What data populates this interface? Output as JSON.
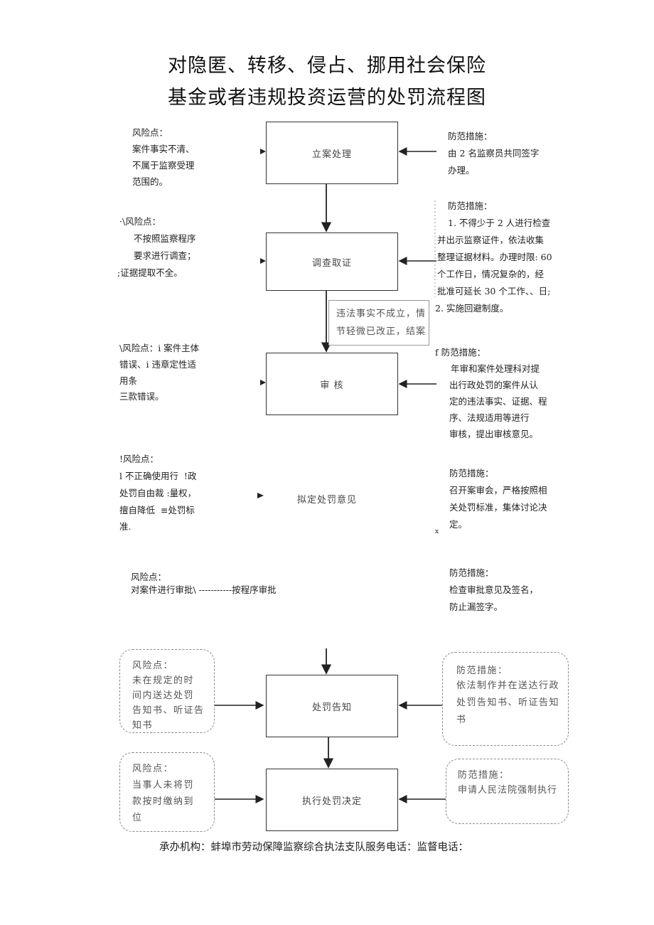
{
  "title": {
    "line1": "对隐匿、转移、侵占、挪用社会保险",
    "line2": "基金或者违规投资运营的处罚流程图"
  },
  "steps": {
    "filing": "立案处理",
    "investigation": "调查取证",
    "review": "审     核",
    "proposal": "拟定处罚意见",
    "notice": "处罚告知",
    "execution": "执行处罚决定"
  },
  "side_note": {
    "line1": "违法事实不成立，情",
    "line2": "节轻微已改正，结案"
  },
  "risks": {
    "r1": {
      "label": "风险点：",
      "lines": [
        "案件事实不清、",
        "不属于监察受理",
        "范围的。"
      ]
    },
    "r2": {
      "label": "·\\风险点：",
      "lines": [
        "不按照监察程序",
        "要求进行调查；",
        ";证据提取不全。"
      ]
    },
    "r3": {
      "lines": [
        "\\风险点：i 案件主体",
        "错误、i 违章定性适",
        "用条",
        "三款错误。"
      ]
    },
    "r4": {
      "lines": [
        "!风险点：",
        "l 不正确使用行  !政",
        "处罚自由裁 :量权，",
        "擅自降低  ≡处罚标",
        "准."
      ]
    },
    "r5": {
      "label": "风险点：",
      "line": "对案件进行审批\\ -----------按程序审批"
    },
    "r6": {
      "label": "风险点：",
      "lines": [
        "未在规定的时",
        "间内送达处罚",
        "告知书、听证告",
        "知书"
      ]
    },
    "r7": {
      "label": "风险点：",
      "lines": [
        "当事人未将罚",
        "款按时缴纳到",
        "位"
      ]
    }
  },
  "measures": {
    "m1": {
      "label": "防范措施：",
      "lines": [
        "由 2 名监察员共同签字",
        "办理。"
      ]
    },
    "m2": {
      "label": "防范措施：",
      "lines": [
        "1. 不得少于 2 人进行检查",
        "并出示监察证件，依法收集",
        "整理证据材料。办理时限: 60",
        "个工作日，情况复杂的，经",
        "批准可延长 30 个工作、、日;",
        "2. 实施回避制度。"
      ]
    },
    "m3": {
      "label": "f 防范措施：",
      "lines": [
        "年审和案件处理科对提",
        "出行政处罚的案件从认",
        "定的违法事实、证据、程",
        "序、法规适用等进行",
        "审核，提出审核意见。"
      ]
    },
    "m4": {
      "label": "防范措施：",
      "lines": [
        "召开案审会，严格按照相",
        "关处罚标准，集体讨论决",
        "定。"
      ],
      "mark": "x"
    },
    "m5": {
      "label": "防范措施：",
      "lines": [
        "检查审批意见及签名，",
        "防止漏签字。"
      ]
    },
    "m6": {
      "label": "防范措施：",
      "lines": [
        "依法制作并在送达行政",
        "处罚告知书、听证告知",
        "书"
      ]
    },
    "m7": {
      "label": "防范措施：",
      "lines": [
        "申请人民法院强制执行"
      ]
    }
  },
  "footer": "承办机构：蚌埠市劳动保障监察综合执法支队服务电话：监督电话："
}
